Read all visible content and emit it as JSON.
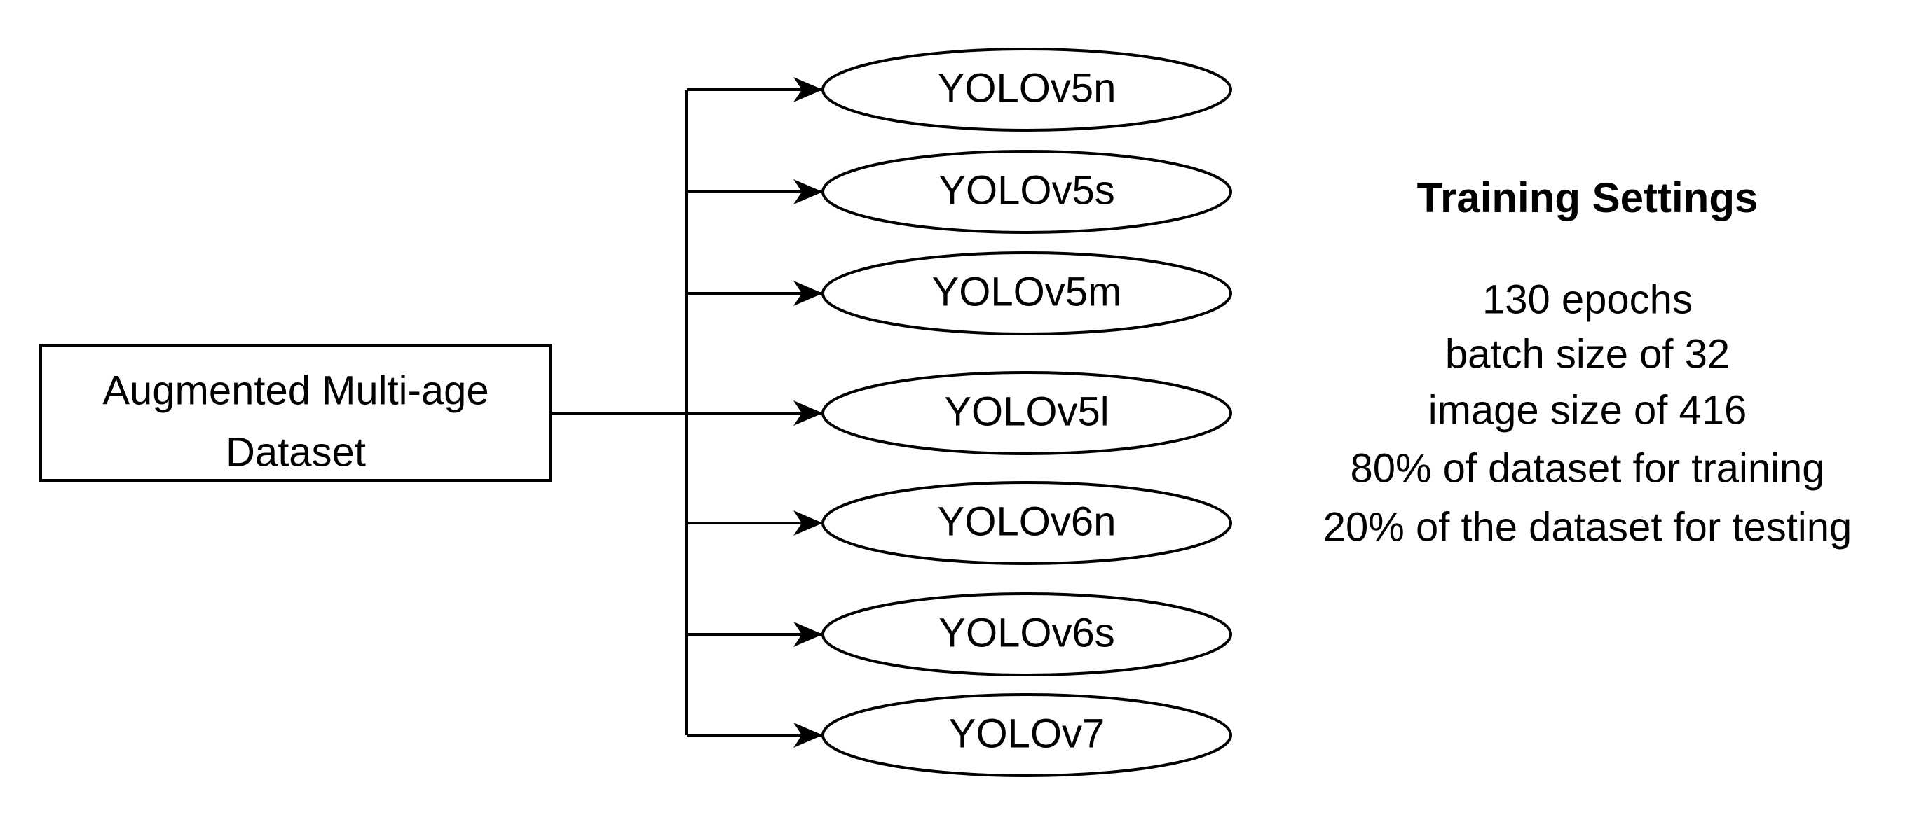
{
  "source": {
    "label_line1": "Augmented Multi-age",
    "label_line2": "Dataset"
  },
  "models": [
    {
      "label": "YOLOv5n"
    },
    {
      "label": "YOLOv5s"
    },
    {
      "label": "YOLOv5m"
    },
    {
      "label": "YOLOv5l"
    },
    {
      "label": "YOLOv6n"
    },
    {
      "label": "YOLOv6s"
    },
    {
      "label": "YOLOv7"
    }
  ],
  "settings": {
    "title": "Training Settings",
    "lines": [
      "130 epochs",
      "batch size of 32",
      "image size of 416",
      "80% of dataset for training",
      "20% of the dataset for testing"
    ]
  },
  "colors": {
    "stroke": "#000000",
    "text": "#000000",
    "background": "#ffffff"
  }
}
